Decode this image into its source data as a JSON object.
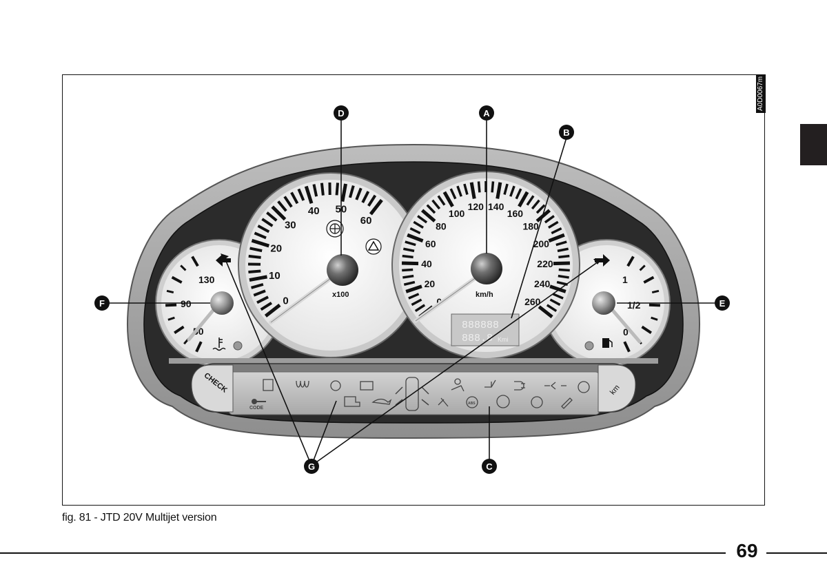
{
  "figure": {
    "code": "A0D0067m",
    "caption": "fig. 81 - JTD 20V Multijet version"
  },
  "page": {
    "number": "69"
  },
  "callouts": [
    "A",
    "B",
    "C",
    "D",
    "E",
    "F",
    "G"
  ],
  "tachometer": {
    "ticks": [
      "0",
      "10",
      "20",
      "30",
      "40",
      "50",
      "60"
    ],
    "unit": "x100"
  },
  "speedometer": {
    "ticks": [
      "0",
      "20",
      "40",
      "60",
      "80",
      "100",
      "120",
      "140",
      "160",
      "180",
      "200",
      "220",
      "240",
      "260"
    ],
    "unit": "km/h",
    "odometer_display": "888888",
    "trip_display": "888.8",
    "display_unit": "Kmi"
  },
  "temperature_gauge": {
    "ticks": [
      "50",
      "90",
      "130"
    ]
  },
  "fuel_gauge": {
    "ticks": [
      "0",
      "1/2",
      "1"
    ]
  },
  "warning_panel": {
    "check_button": "CHECK",
    "code_label": "CODE",
    "abs_label": "ABS",
    "trip_button": "km"
  },
  "icons": [
    "coolant-temperature-icon",
    "fuel-pump-icon",
    "alfa-romeo-logo-icon",
    "warning-triangle-icon",
    "left-turn-arrow-icon",
    "right-turn-arrow-icon",
    "key-icon",
    "door-open-icon",
    "glow-plug-icon",
    "speed-limit-icon",
    "engine-check-icon",
    "battery-icon",
    "oil-pressure-icon",
    "car-doors-icon",
    "airbag-icon",
    "seat-belt-icon",
    "passenger-airbag-off-icon",
    "abs-icon",
    "brake-warning-icon",
    "headlight-icon",
    "rear-fog-light-icon",
    "brake-pad-icon",
    "exterior-light-fault-icon",
    "fuel-filter-icon"
  ],
  "colors": {
    "ink": "#111111",
    "bezel": "#9a9a9a",
    "dial_face": "#f4f4f4",
    "panel": "#b9b9b9"
  }
}
